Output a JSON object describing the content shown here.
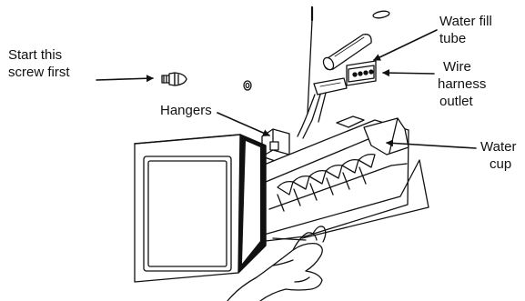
{
  "labels": {
    "screw": [
      "Start this",
      "screw first"
    ],
    "hangers": "Hangers",
    "water_fill": [
      "Water fill",
      "tube"
    ],
    "wire_harness": [
      "Wire",
      "harness",
      "outlet"
    ],
    "water_cup": [
      "Water",
      "cup"
    ]
  },
  "colors": {
    "ink": "#111111",
    "paper": "#ffffff"
  }
}
